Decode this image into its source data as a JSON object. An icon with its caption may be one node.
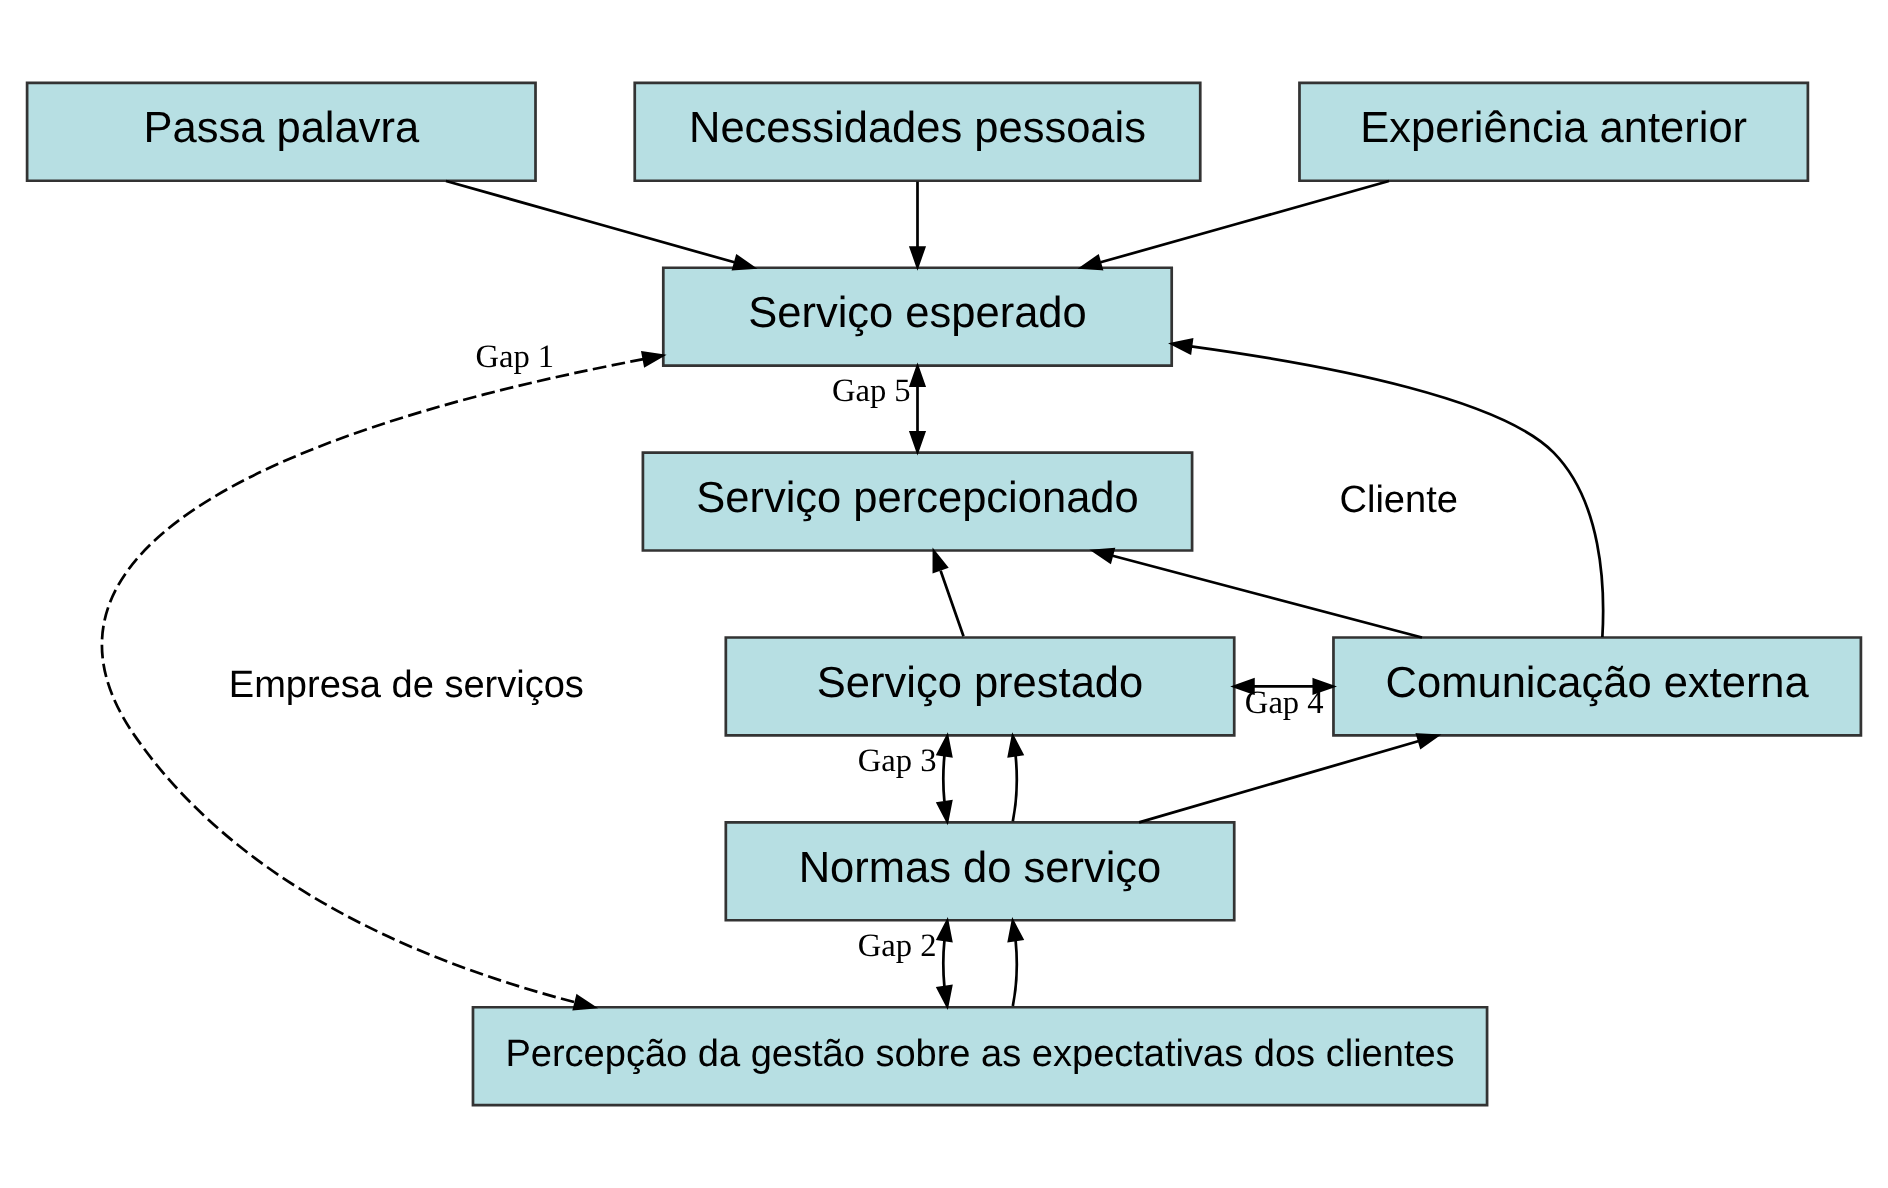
{
  "diagram": {
    "nodes": [
      {
        "text": [
          "Passa palavra"
        ]
      },
      {
        "text": [
          "Necessidades pessoais"
        ]
      },
      {
        "text": [
          "Experiência anterior"
        ]
      },
      {
        "text": [
          "Serviço esperado"
        ]
      },
      {
        "text": [
          "Serviço percepcionado"
        ]
      },
      {
        "text": [
          "Serviço prestado"
        ]
      },
      {
        "text": [
          "Comunicação externa"
        ]
      },
      {
        "text": [
          "Normas do serviço"
        ]
      },
      {
        "text": [
          "Percepção da gestão sobre as expectativas dos clientes"
        ]
      }
    ],
    "edges": [
      {
        "from": 0,
        "to": 3,
        "arrow": "to"
      },
      {
        "from": 1,
        "to": 3,
        "arrow": "to"
      },
      {
        "from": 2,
        "to": 3,
        "arrow": "to"
      },
      {
        "from": 3,
        "to": 8,
        "arrow": "both",
        "label": "Gap 1",
        "style": "dashed"
      },
      {
        "from": 3,
        "to": 4,
        "arrow": "both",
        "label": "Gap 5"
      },
      {
        "from": 6,
        "to": 3,
        "arrow": "to"
      },
      {
        "from": 6,
        "to": 4,
        "arrow": "to"
      },
      {
        "from": 5,
        "to": 4,
        "arrow": "to"
      },
      {
        "from": 5,
        "to": 6,
        "arrow": "both",
        "label": "Gap 4"
      },
      {
        "from": 5,
        "to": 7,
        "arrow": "both",
        "label": "Gap 3"
      },
      {
        "from": 7,
        "to": 5,
        "arrow": "to"
      },
      {
        "from": 7,
        "to": 6,
        "arrow": "to"
      },
      {
        "from": 7,
        "to": 8,
        "arrow": "both",
        "label": "Gap 2"
      },
      {
        "from": 8,
        "to": 7,
        "arrow": "to"
      }
    ],
    "labels": [
      "Cliente",
      "Empresa de serviços"
    ]
  }
}
